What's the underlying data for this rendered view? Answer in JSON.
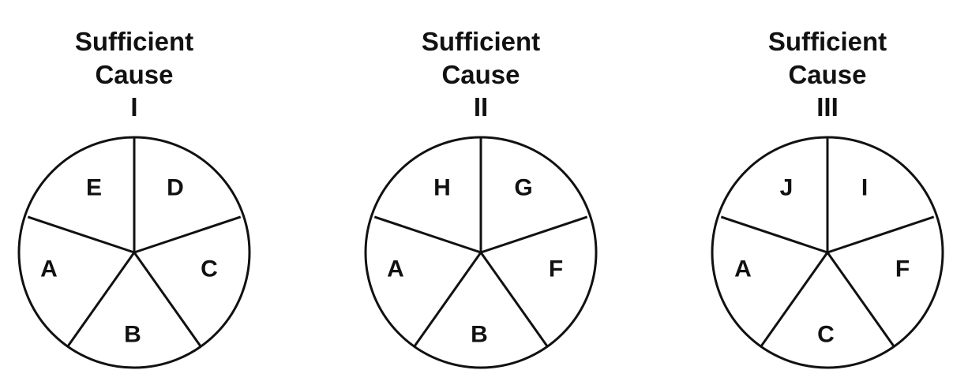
{
  "causes": [
    {
      "title": [
        "Sufficient",
        "Cause",
        "I"
      ],
      "components": [
        "D",
        "C",
        "B",
        "A",
        "E"
      ]
    },
    {
      "title": [
        "Sufficient",
        "Cause",
        "II"
      ],
      "components": [
        "G",
        "F",
        "B",
        "A",
        "H"
      ]
    },
    {
      "title": [
        "Sufficient",
        "Cause",
        "III"
      ],
      "components": [
        "I",
        "F",
        "C",
        "A",
        "J"
      ]
    }
  ]
}
